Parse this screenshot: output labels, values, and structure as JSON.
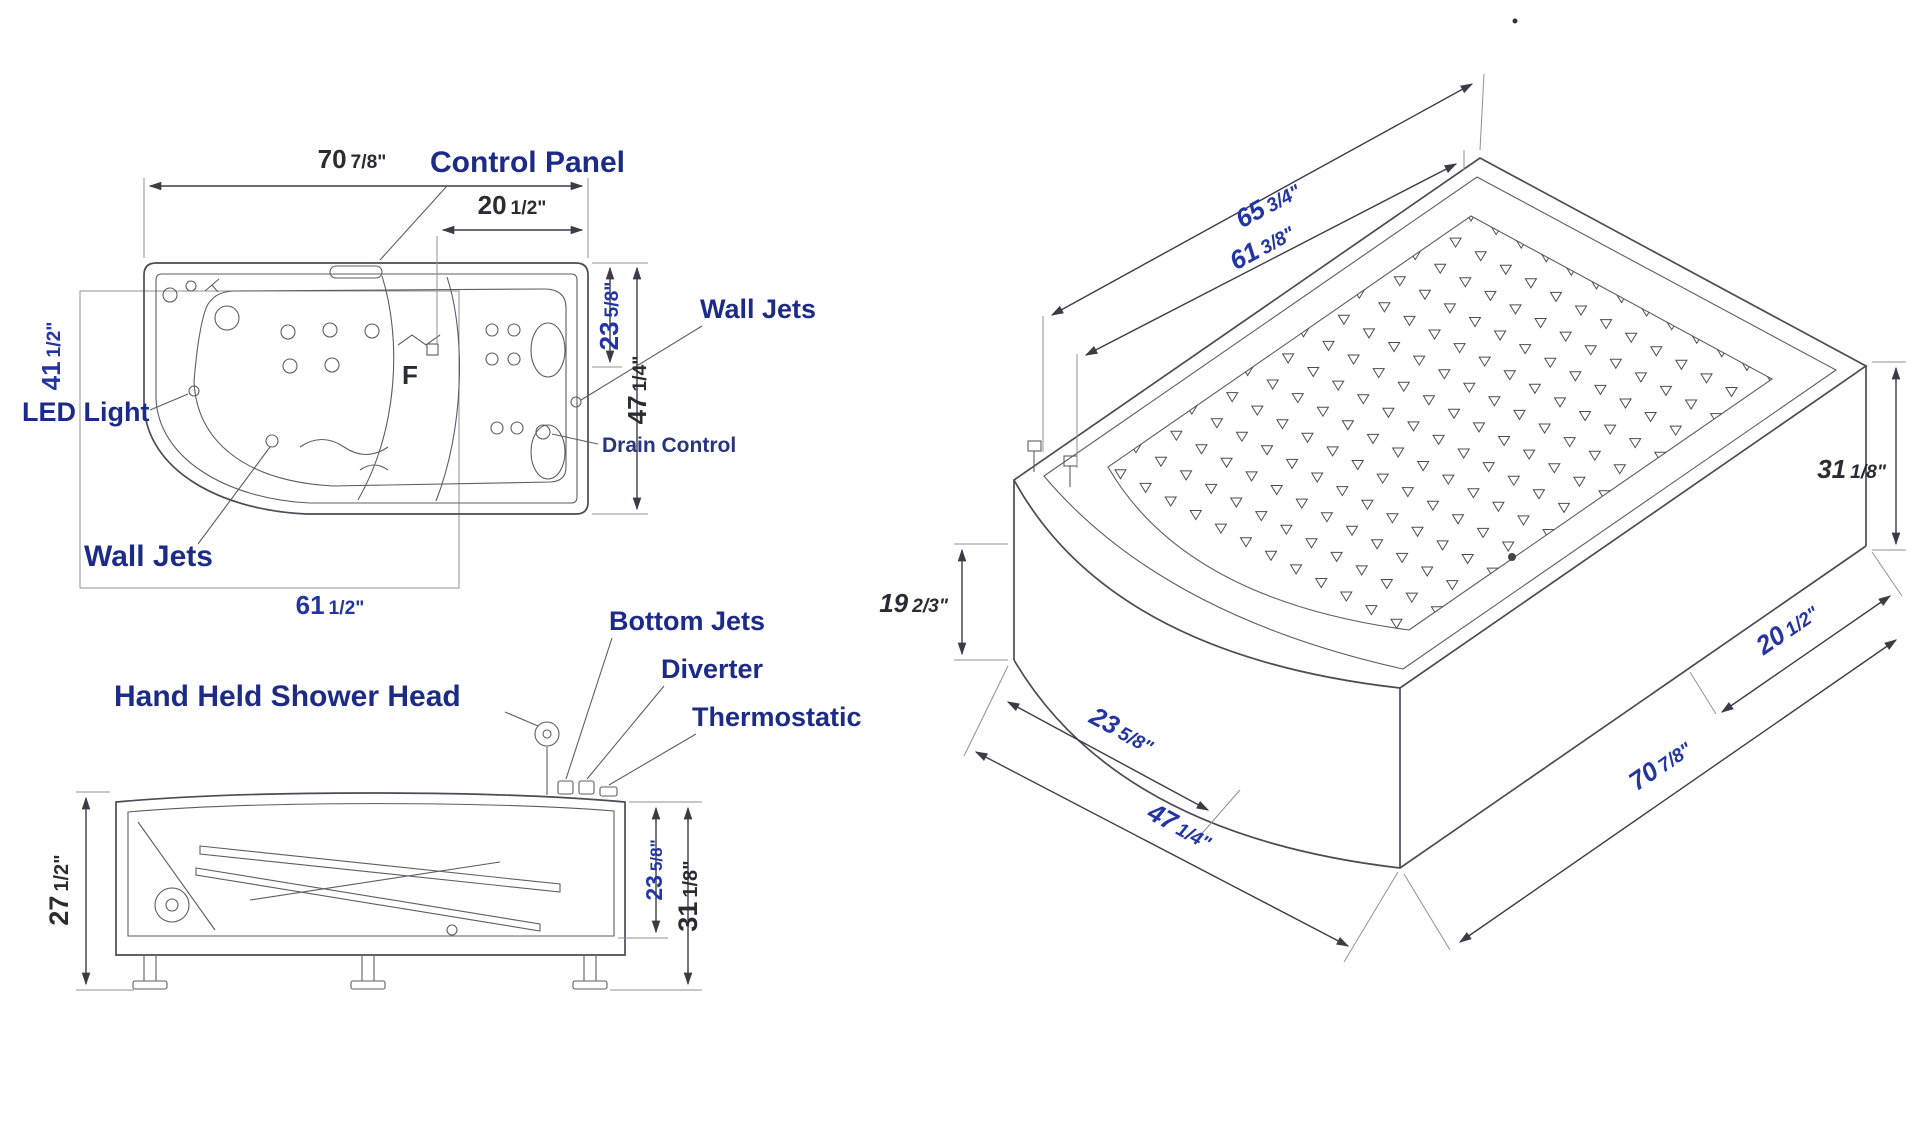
{
  "drawing": {
    "type": "technical-dimension-drawing",
    "subject": "Corner whirlpool bathtub",
    "palette": {
      "label_blue": "#1c2b87",
      "dim_blue": "#2334a3",
      "dim_dark": "#2b2b33",
      "line": "#4b4b55"
    }
  },
  "top_view": {
    "labels": {
      "control_panel": "Control Panel",
      "wall_jets_right": "Wall Jets",
      "led_light": "LED Light",
      "drain_control": "Drain Control",
      "wall_jets_bottom": "Wall Jets"
    },
    "marker_f": "F",
    "dims": {
      "width": {
        "n": "70",
        "f": "7/8\""
      },
      "panel_offset": {
        "n": "20",
        "f": "1/2\""
      },
      "left_height": {
        "n": "41",
        "f": "1/2\""
      },
      "right_upper": {
        "n": "23",
        "f": "5/8\""
      },
      "right_full": {
        "n": "47",
        "f": "1/4\""
      },
      "bottom_width": {
        "n": "61",
        "f": "1/2\""
      }
    }
  },
  "side_view": {
    "labels": {
      "shower_head": "Hand Held Shower Head",
      "bottom_jets": "Bottom Jets",
      "diverter": "Diverter",
      "thermostatic": "Thermostatic"
    },
    "dims": {
      "height_left": {
        "n": "27",
        "f": "1/2\""
      },
      "inner_height": {
        "n": "23",
        "f": "5/8\""
      },
      "total_height": {
        "n": "31",
        "f": "1/8\""
      }
    }
  },
  "iso_view": {
    "dims": {
      "top_outer": {
        "n": "65",
        "f": "3/4\""
      },
      "top_inner": {
        "n": "61",
        "f": "3/8\""
      },
      "right_height": {
        "n": "31",
        "f": "1/8\""
      },
      "left_height": {
        "n": "19",
        "f": "2/3\""
      },
      "bottom_left_inner": {
        "n": "23",
        "f": "5/8\""
      },
      "bottom_left_outer": {
        "n": "47",
        "f": "1/4\""
      },
      "bottom_right_inner": {
        "n": "20",
        "f": "1/2\""
      },
      "bottom_right_outer": {
        "n": "70",
        "f": "7/8\""
      }
    }
  }
}
